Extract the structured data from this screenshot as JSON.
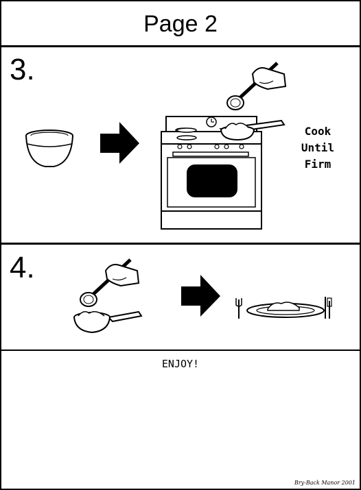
{
  "page_title": "Page 2",
  "steps": [
    {
      "number": "3.",
      "caption_lines": [
        "Cook",
        "Until",
        "Firm"
      ]
    },
    {
      "number": "4."
    }
  ],
  "footer": {
    "message": "ENJOY!",
    "credit": "Bry-Back Manor 2001"
  }
}
